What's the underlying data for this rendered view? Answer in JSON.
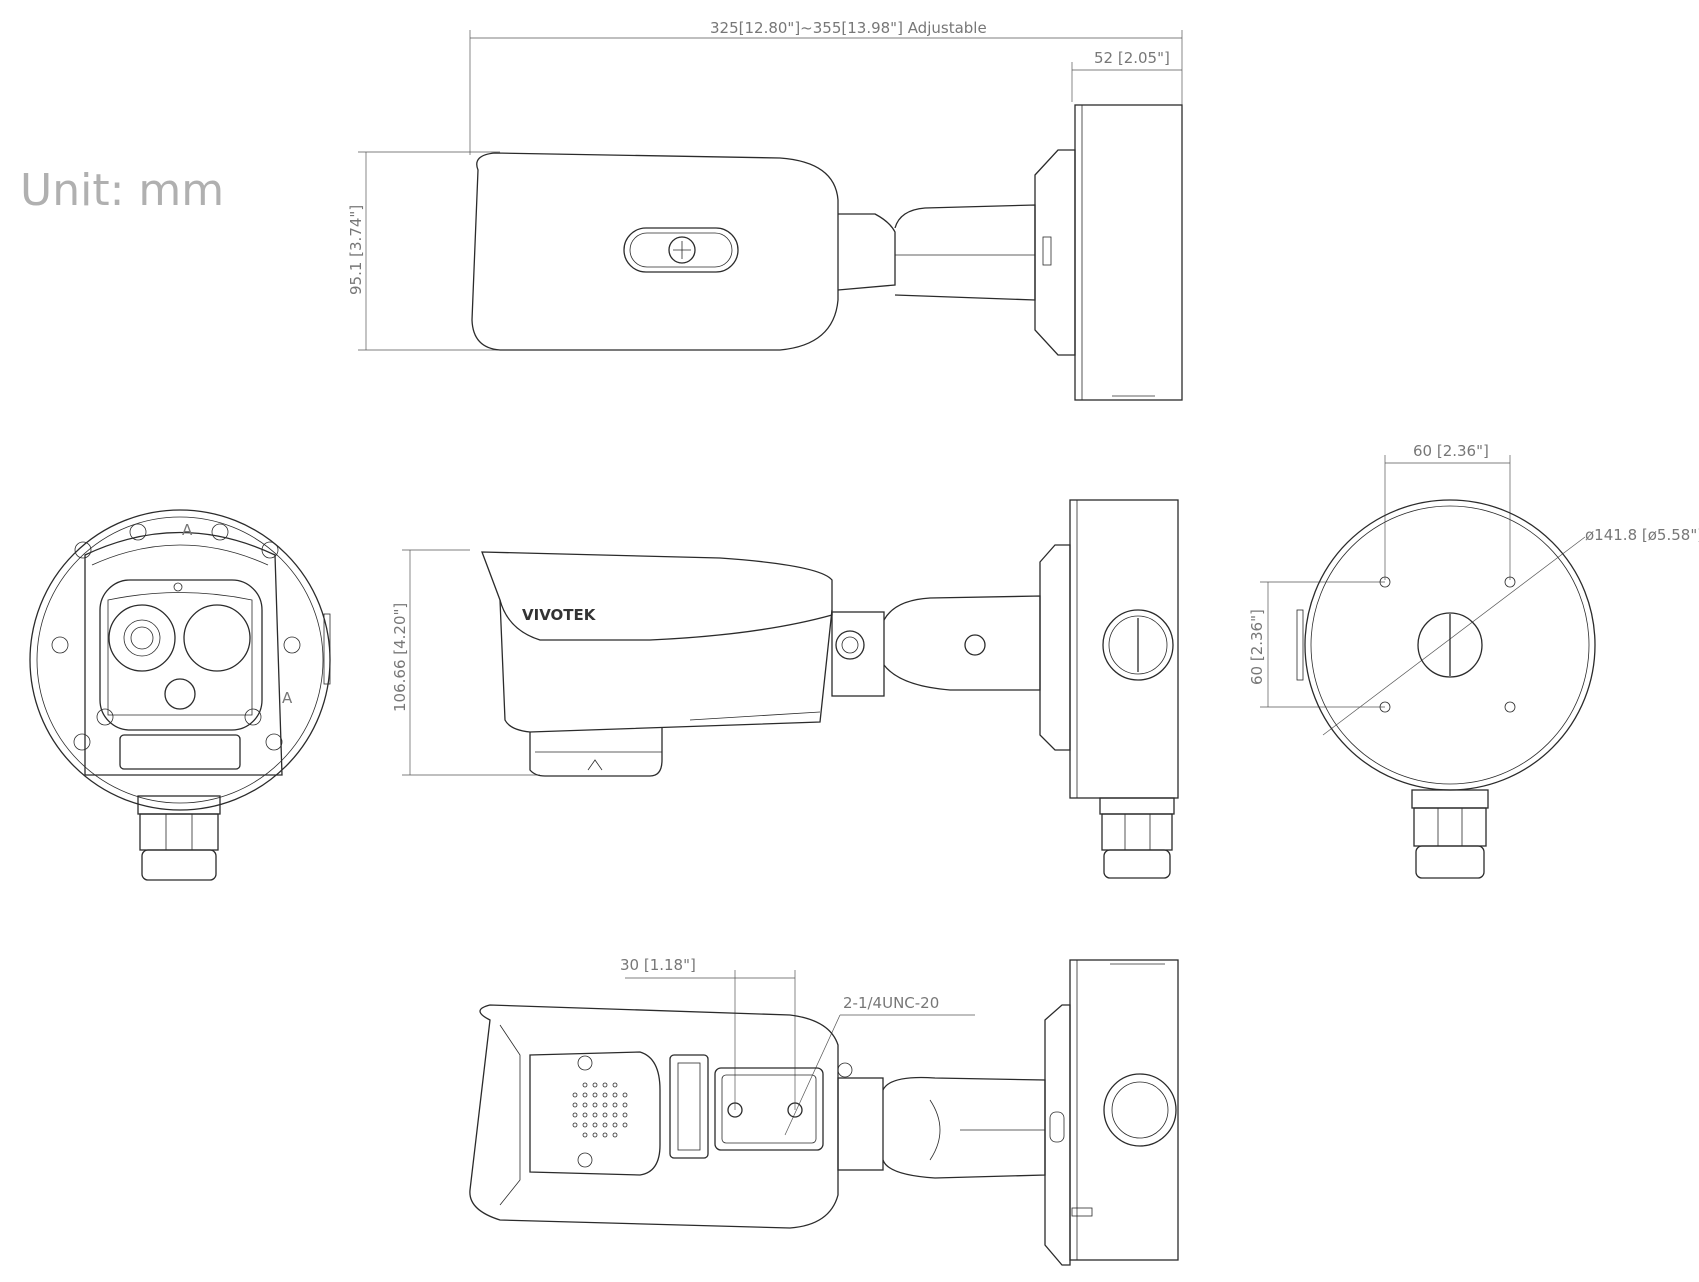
{
  "unit_label": "Unit: mm",
  "brand": "VIVOTEK",
  "dimensions": {
    "overall_length": "325[12.80\"]~355[13.98\"] Adjustable",
    "box_depth": "52 [2.05\"]",
    "top_height": "95.1 [3.74\"]",
    "side_height": "106.66 [4.20\"]",
    "hole_spacing_h": "60 [2.36\"]",
    "hole_spacing_v": "60 [2.36\"]",
    "box_diameter": "ø141.8 [ø5.58\"]",
    "screw_spacing": "30 [1.18\"]",
    "thread": "2-1/4UNC-20"
  },
  "front_markers": [
    "A",
    "A"
  ]
}
